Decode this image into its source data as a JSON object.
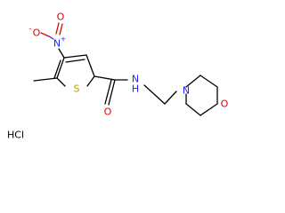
{
  "atoms": {
    "nitro_n": "N",
    "nitro_n_charge": "+",
    "nitro_o_top": "O",
    "nitro_o_top_charge": "-",
    "nitro_o_right": "O",
    "thiophene_s": "S",
    "amide_o": "O",
    "amide_n": "N",
    "amide_h": "H",
    "morpholine_n": "N",
    "morpholine_o": "O"
  },
  "salt": "HCl",
  "colors": {
    "bond": "#000000",
    "oxygen": "#e00000",
    "nitrogen": "#2020ff",
    "sulfur": "#b8a000"
  }
}
